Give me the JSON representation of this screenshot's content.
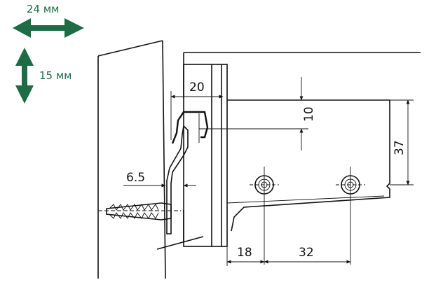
{
  "legend": {
    "horizontal_label": "24 мм",
    "vertical_label": "15 мм",
    "arrow_color": "#1e6b46"
  },
  "dimensions": {
    "d20": "20",
    "d10": "10",
    "d37": "37",
    "d6_5": "6.5",
    "d18": "18",
    "d32": "32"
  }
}
